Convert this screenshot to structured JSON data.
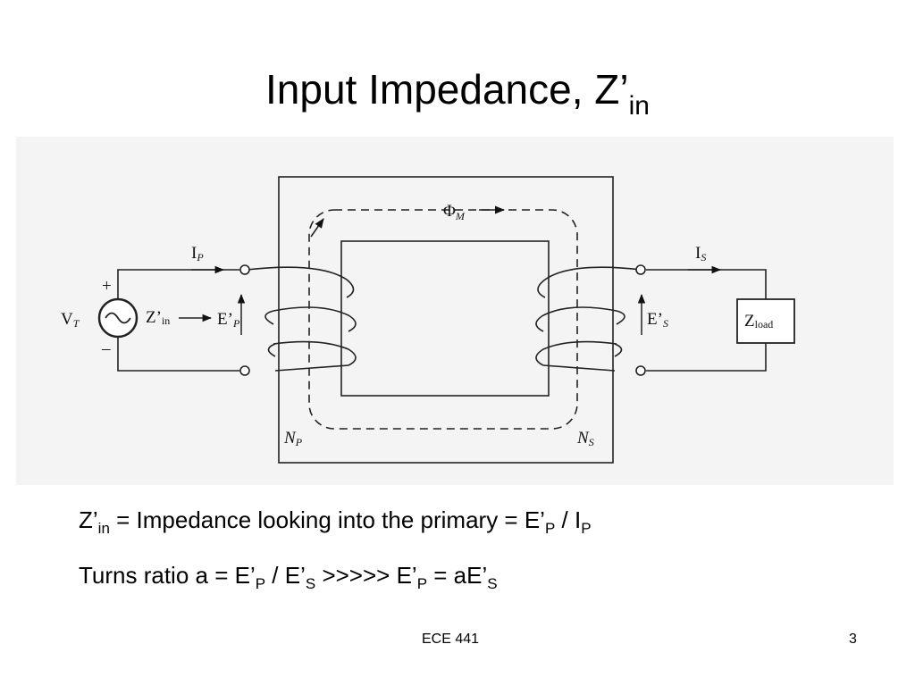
{
  "slide": {
    "title_main": "Input Impedance, Z’",
    "title_sub": "in"
  },
  "diagram": {
    "flux_sym": "Φ",
    "flux_sub": "M",
    "ip_main": "I",
    "ip_sub": "P",
    "is_main": "I",
    "is_sub": "S",
    "vt_main": "V",
    "vt_sub": "T",
    "plus": "+",
    "minus": "–",
    "zin_main": "Z’",
    "zin_sub": "in",
    "ep_main": "E’",
    "ep_sub": "P",
    "es_main": "E’",
    "es_sub": "S",
    "zload_main": "Z",
    "zload_sub": "load",
    "np_main": "N",
    "np_sub": "P",
    "ns_main": "N",
    "ns_sub": "S"
  },
  "line1": {
    "a": "Z’",
    "a_sub": "in",
    "b": " = Impedance looking into the primary = E’",
    "b_sub": "P",
    "c": " / I",
    "c_sub": "P"
  },
  "line2": {
    "a": "Turns ratio a = E’",
    "a_sub": "P",
    "b": " / E’",
    "b_sub": "S",
    "c": " >>>>> E’",
    "c_sub": "P",
    "d": " = aE’",
    "d_sub": "S"
  },
  "footer": {
    "course": "ECE 441",
    "page": "3"
  }
}
